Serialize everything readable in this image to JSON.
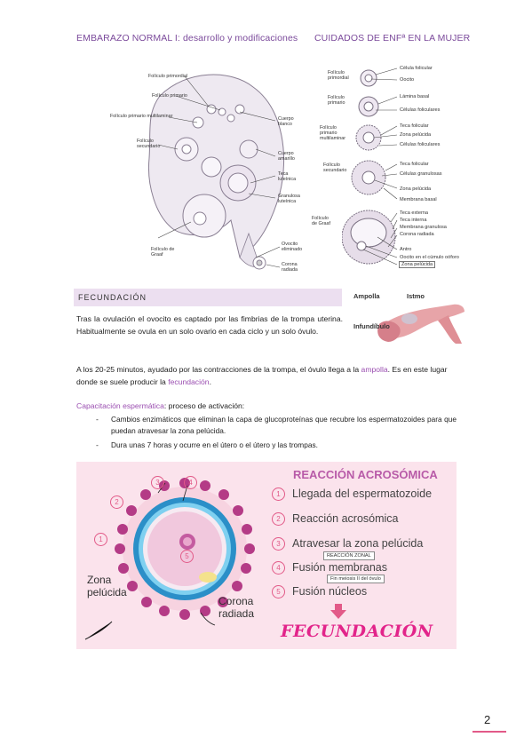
{
  "header": {
    "left": "EMBARAZO NORMAL I: desarrollo y modificaciones",
    "right": "CUIDADOS DE ENFª EN LA MUJER"
  },
  "ovary_labels": {
    "foliculo_primordial": "Folículo primordial",
    "foliculo_primario": "Folículo primario",
    "foliculo_multilaminar": "Folículo primario multilaminar",
    "foliculo_secundario": "Folículo secundario",
    "cuerpo_blanco": "Cuerpo blanco",
    "cuerpo_amarillo": "Cuerpo amarillo",
    "teca_luteinica": "Teca luteínica",
    "granulosa_luteinica": "Granulosa luteínica",
    "foliculo_graaf": "Folículo de Graaf",
    "ovocito_eliminado": "Ovocito eliminado",
    "corona_radiada": "Corona radiada"
  },
  "follicle_labels": {
    "primordial": "Folículo primordial",
    "celula_folicular": "Célula folicular",
    "oocito": "Oocito",
    "primario": "Folículo primario",
    "lamina_basal": "Lámina basal",
    "celulas_foliculares": "Células foliculares",
    "multilaminar": "Folículo primario multilaminar",
    "teca_folicular": "Teca folicular",
    "zona_pelucida": "Zona pelúcida",
    "celulas_foliculares2": "Células foliculares",
    "secundario": "Folículo secundario",
    "teca_folicular2": "Teca folicular",
    "celulas_granulosas": "Células granulosas",
    "zona_pelucida2": "Zona pelúcida",
    "membrana_basal": "Membrana basal",
    "graaf": "Folículo de Graaf",
    "teca_externa": "Teca externa",
    "teca_interna": "Teca interna",
    "membrana_granulosa": "Membrana granulosa",
    "corona_radiada": "Corona radiada",
    "antro": "Antro",
    "oocito_cumulo": "Oocito en el cúmulo oóforo",
    "zona_pelucida3": "Zona pelúcida"
  },
  "tube_labels": {
    "ampolla": "Ampolla",
    "istmo": "Istmo",
    "infundibulo": "Infundíbulo"
  },
  "section": {
    "title": "FECUNDACIÓN"
  },
  "para1": "Tras la ovulación el ovocito es captado por las fimbrias de la trompa uterina. Habitualmente se ovula en un solo ovario en cada ciclo y un solo óvulo.",
  "para2": {
    "before": "A los 20-25 minutos, ayudado por las contracciones de la trompa, el óvulo llega a la ",
    "hl1": "ampolla",
    "middle": ". Es en este lugar donde se suele producir la ",
    "hl2": "fecundación",
    "after": "."
  },
  "capacitacion": {
    "hl": "Capacitación espermática",
    "rest": ": proceso de activación:",
    "bullets": [
      "Cambios enzimáticos que eliminan la capa de glucoproteínas que recubre los espermatozoides para que puedan atravesar la zona pelúcida.",
      "Dura unas 7 horas y ocurre en el útero o el útero y las trompas."
    ],
    "bullet_mark": "-"
  },
  "acrosome": {
    "title": "REACCIÓN ACROSÓMICA",
    "steps": [
      {
        "n": "1",
        "text": "Llegada del espermatozoide"
      },
      {
        "n": "2",
        "text": "Reacción acrosómica"
      },
      {
        "n": "3",
        "text": "Atravesar la zona pelúcida"
      },
      {
        "n": "4",
        "text": "Fusión membranas"
      },
      {
        "n": "5",
        "text": "Fusión núcleos"
      }
    ],
    "reaccion_zonal": "REACCIÓN ZONAL",
    "fin_meiosis": "Fin meiosis II del óvulo",
    "zona_pelucida": "Zona\npelúcida",
    "corona_radiada": "Corona\nradiada",
    "cell_nums": [
      "1",
      "2",
      "3",
      "4",
      "5"
    ],
    "footer": "FECUNDACIÓN"
  },
  "page_number": "2",
  "colors": {
    "header": "#7b4a9b",
    "highlight": "#9b4fb1",
    "pink": "#e25a88",
    "panel_bg": "#fbe3ec"
  }
}
